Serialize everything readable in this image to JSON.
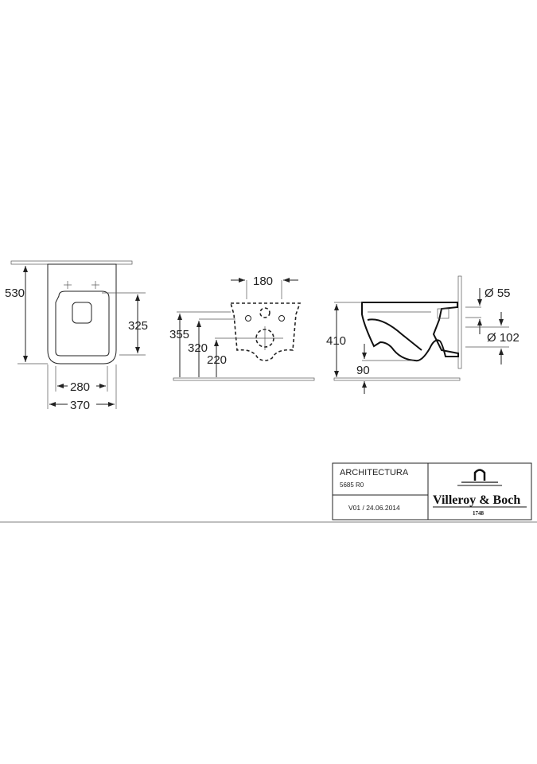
{
  "top_view": {
    "width_outer": "370",
    "width_seat": "280",
    "depth": "530",
    "seat_depth": "325"
  },
  "front_view": {
    "fixing_spacing": "180",
    "height_1": "355",
    "height_2": "320",
    "height_3": "220"
  },
  "side_view": {
    "rim_height": "410",
    "outlet_height": "90",
    "inlet_diameter": "Ø 55",
    "outlet_diameter": "Ø 102"
  },
  "title_block": {
    "product": "ARCHITECTURA",
    "article": "5685 R0",
    "version": "V01 / 24.06.2014",
    "brand": "Villeroy & Boch",
    "year": "1748"
  }
}
